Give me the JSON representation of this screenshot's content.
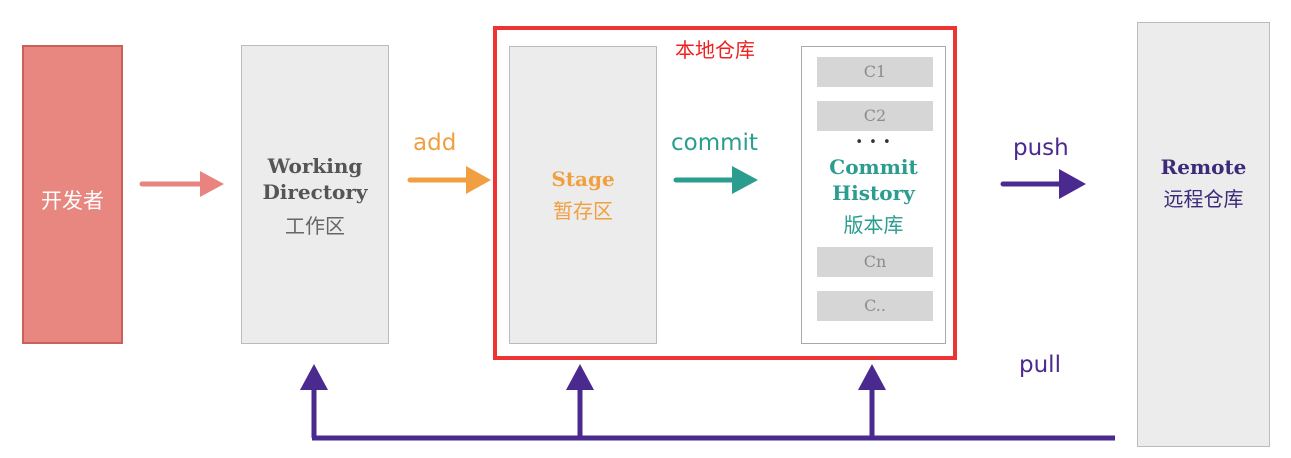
{
  "nodes": {
    "developer": {
      "label": "开发者"
    },
    "working_directory": {
      "title_line1": "Working",
      "title_line2": "Directory",
      "subtitle": "工作区"
    },
    "stage": {
      "title": "Stage",
      "subtitle": "暂存区"
    },
    "commit_history": {
      "items_top": [
        "C1",
        "C2"
      ],
      "ellipsis": "• • •",
      "title_line1": "Commit",
      "title_line2": "History",
      "subtitle": "版本库",
      "items_bottom": [
        "Cn",
        "C.."
      ]
    },
    "remote": {
      "title": "Remote",
      "subtitle": "远程仓库"
    }
  },
  "local_repo": {
    "label": "本地仓库"
  },
  "edges": {
    "add": "add",
    "commit": "commit",
    "push": "push",
    "pull": "pull"
  },
  "colors": {
    "developer_fill": "#e8877f",
    "dev_arrow": "#e8837f",
    "add": "#f0a040",
    "stage_text": "#f0a040",
    "commit": "#2a9d8f",
    "history_text": "#2a9d8f",
    "push_pull": "#4b2a8f",
    "remote_text": "#3b2a78",
    "local_frame": "#ee3333"
  }
}
